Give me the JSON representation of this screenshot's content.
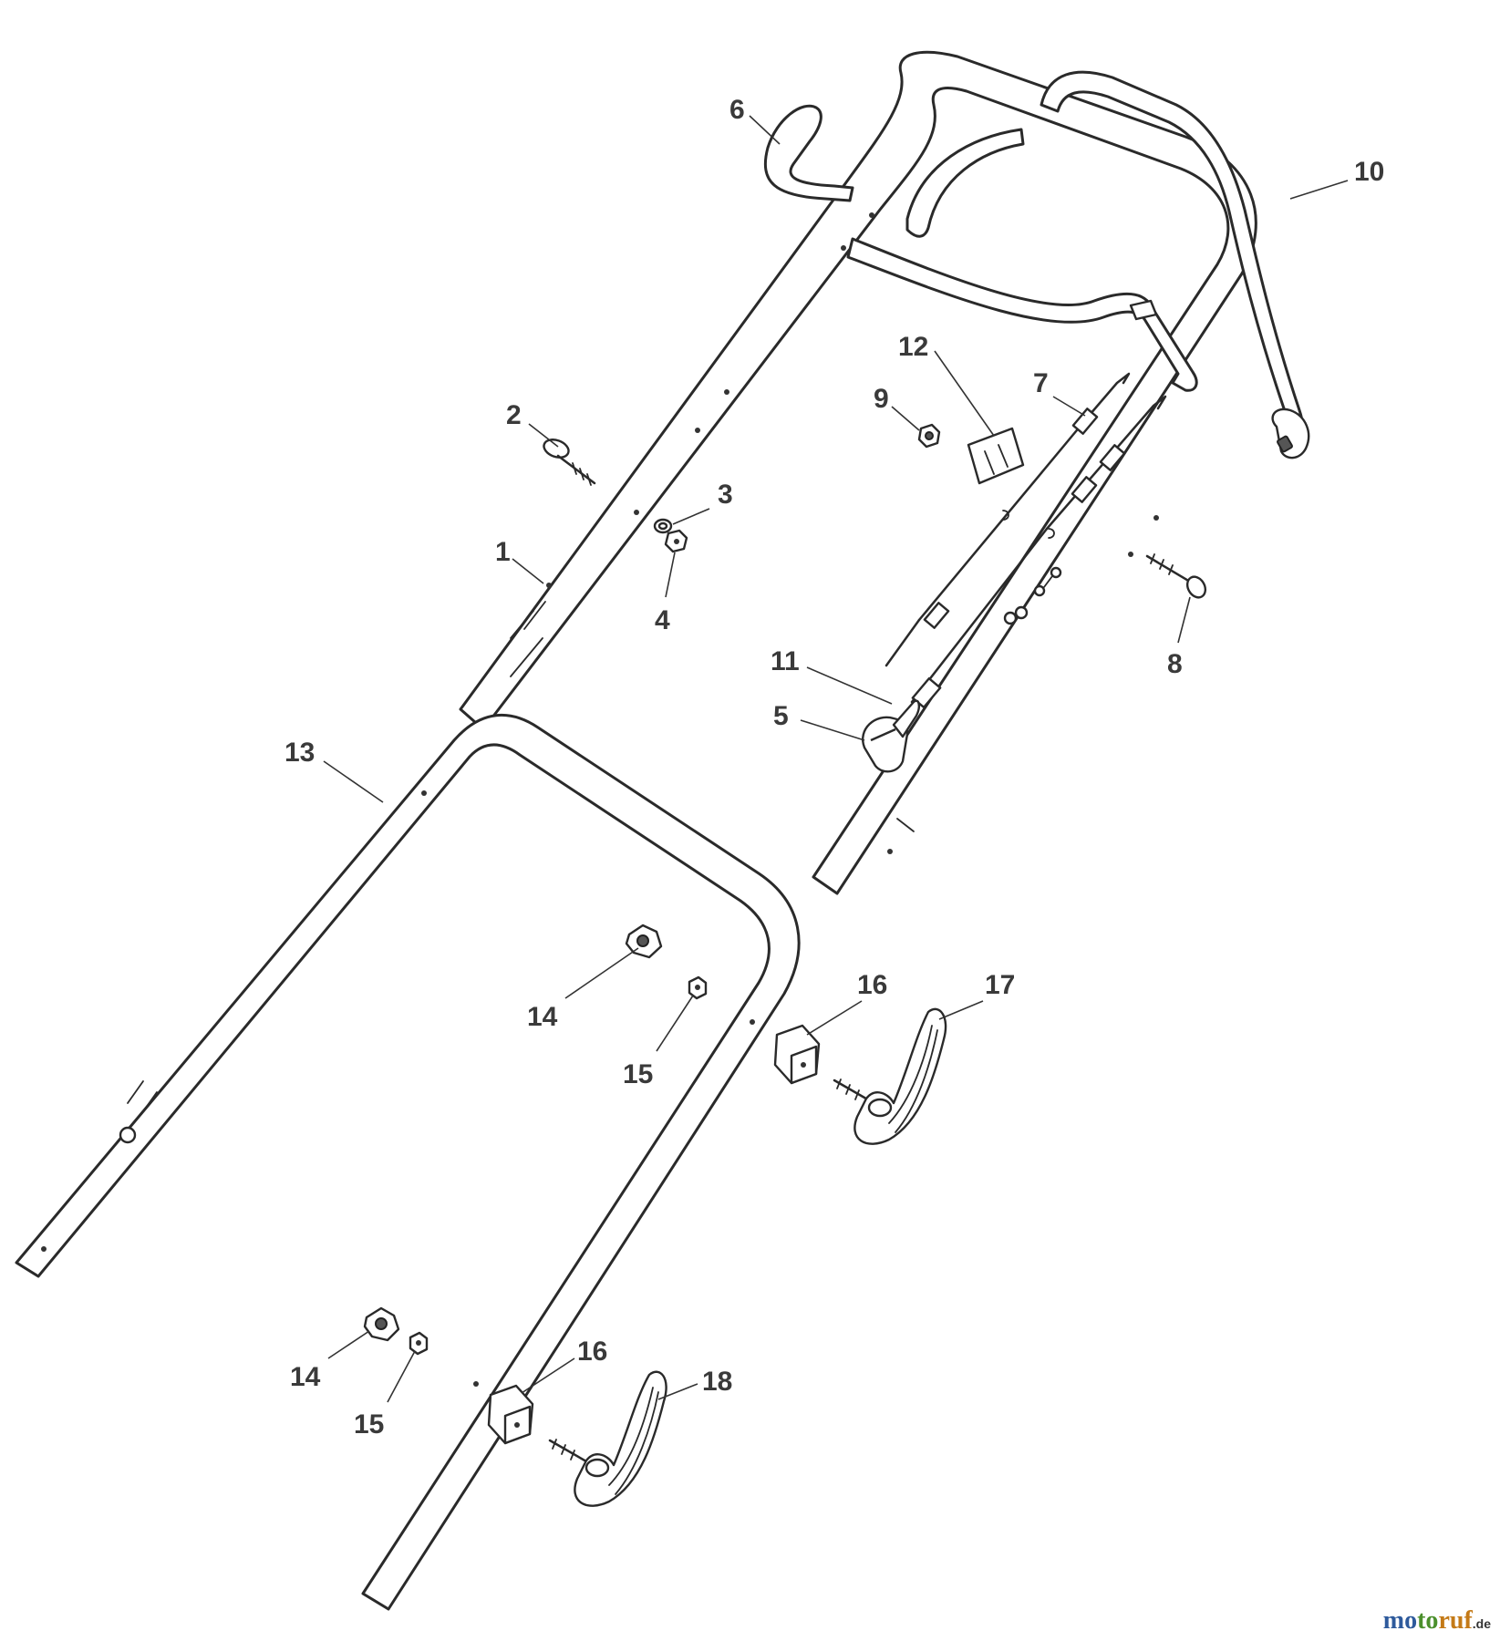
{
  "diagram": {
    "callouts": [
      {
        "id": "c1",
        "text": "1"
      },
      {
        "id": "c2",
        "text": "2"
      },
      {
        "id": "c3",
        "text": "3"
      },
      {
        "id": "c4",
        "text": "4"
      },
      {
        "id": "c5",
        "text": "5"
      },
      {
        "id": "c6",
        "text": "6"
      },
      {
        "id": "c7",
        "text": "7"
      },
      {
        "id": "c8",
        "text": "8"
      },
      {
        "id": "c9",
        "text": "9"
      },
      {
        "id": "c10",
        "text": "10"
      },
      {
        "id": "c11",
        "text": "11"
      },
      {
        "id": "c12",
        "text": "12"
      },
      {
        "id": "c13",
        "text": "13"
      },
      {
        "id": "c14a",
        "text": "14"
      },
      {
        "id": "c14b",
        "text": "14"
      },
      {
        "id": "c15a",
        "text": "15"
      },
      {
        "id": "c15b",
        "text": "15"
      },
      {
        "id": "c16a",
        "text": "16"
      },
      {
        "id": "c16b",
        "text": "16"
      },
      {
        "id": "c17",
        "text": "17"
      },
      {
        "id": "c18",
        "text": "18"
      }
    ]
  },
  "watermark": {
    "part1": "mo",
    "part2": "to",
    "part3": "ruf",
    "suffix": ".de"
  },
  "colors": {
    "line": "#2a2a2a",
    "label": "#3a3a3a",
    "watermark_blue": "#2e5a9c",
    "watermark_green": "#4b8f2c",
    "watermark_orange": "#c47a17"
  }
}
